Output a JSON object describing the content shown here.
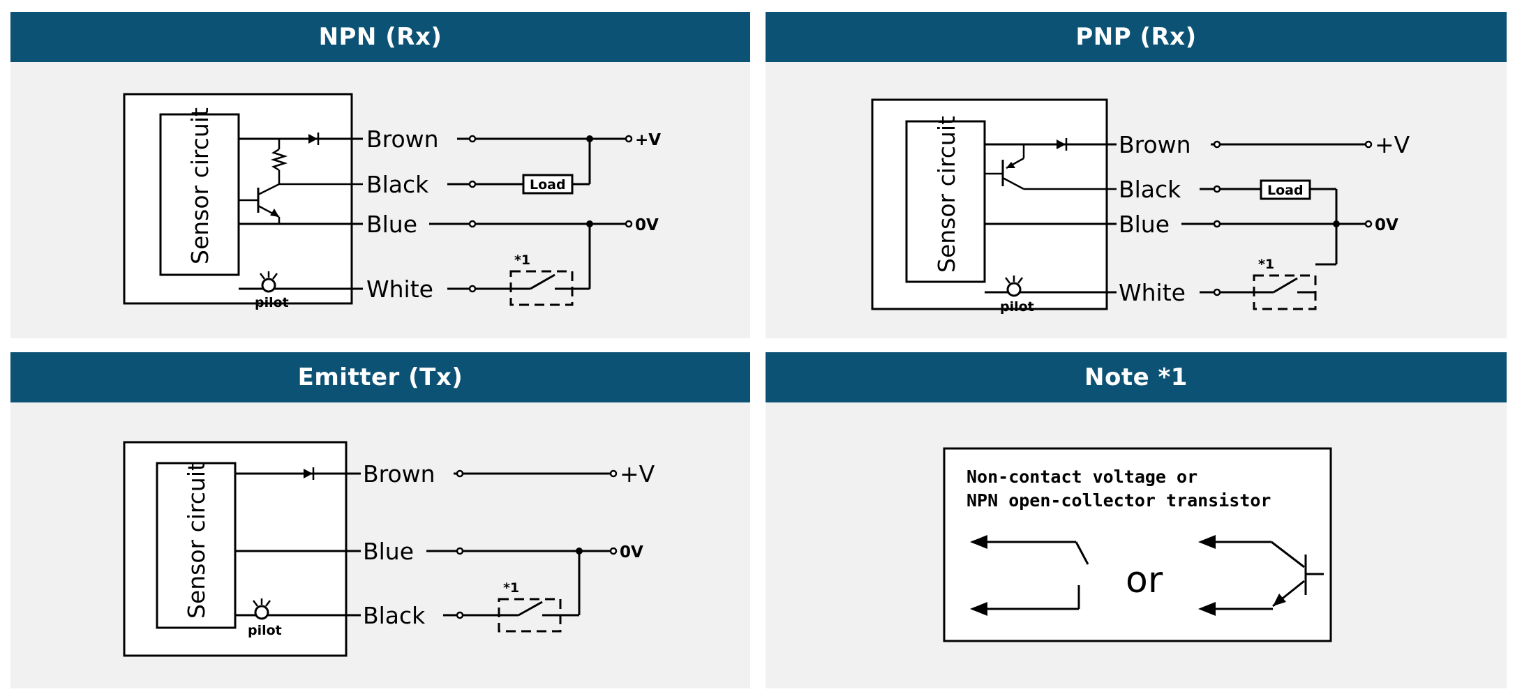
{
  "panels": {
    "npn": {
      "title": "NPN (Rx)",
      "box_label": "Sensor circuit",
      "pilot": "pilot",
      "wires": [
        "Brown",
        "Black",
        "Blue",
        "White"
      ],
      "load": "Load",
      "pos": "+V",
      "neg": "0V",
      "note_mark": "*1"
    },
    "pnp": {
      "title": "PNP (Rx)",
      "box_label": "Sensor circuit",
      "pilot": "pilot",
      "wires": [
        "Brown",
        "Black",
        "Blue",
        "White"
      ],
      "load": "Load",
      "pos": "+V",
      "neg": "0V",
      "note_mark": "*1"
    },
    "emitter": {
      "title": "Emitter (Tx)",
      "box_label": "Sensor circuit",
      "pilot": "pilot",
      "wires": [
        "Brown",
        "Blue",
        "Black"
      ],
      "pos": "+V",
      "neg": "0V",
      "note_mark": "*1"
    },
    "note": {
      "title": "Note *1",
      "line1": "Non-contact voltage or",
      "line2": "NPN open-collector transistor",
      "or": "or"
    }
  },
  "colors": {
    "header_bg": "#0b5275",
    "panel_bg": "#f1f1f1"
  },
  "icons": [
    "pilot-led-icon",
    "diode-icon",
    "resistor-icon",
    "npn-transistor-icon",
    "pnp-transistor-icon",
    "switch-icon",
    "arrow-left-icon"
  ]
}
